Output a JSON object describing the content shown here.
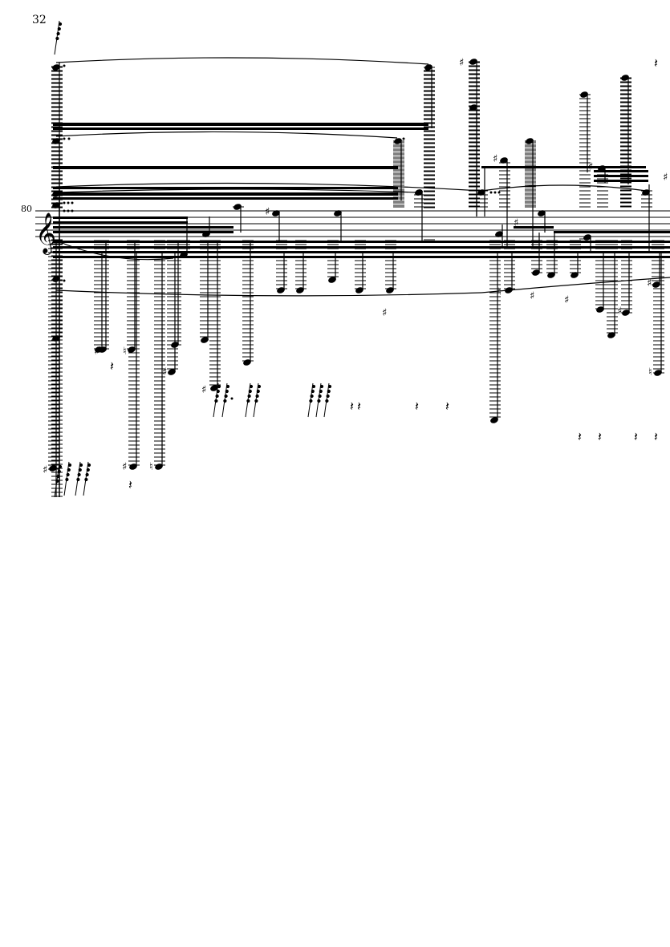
{
  "page": {
    "number": "32"
  },
  "system": {
    "measure_number": "80",
    "clef": "treble-clef"
  },
  "colors": {
    "ink": "#000000",
    "paper": "#ffffff"
  }
}
